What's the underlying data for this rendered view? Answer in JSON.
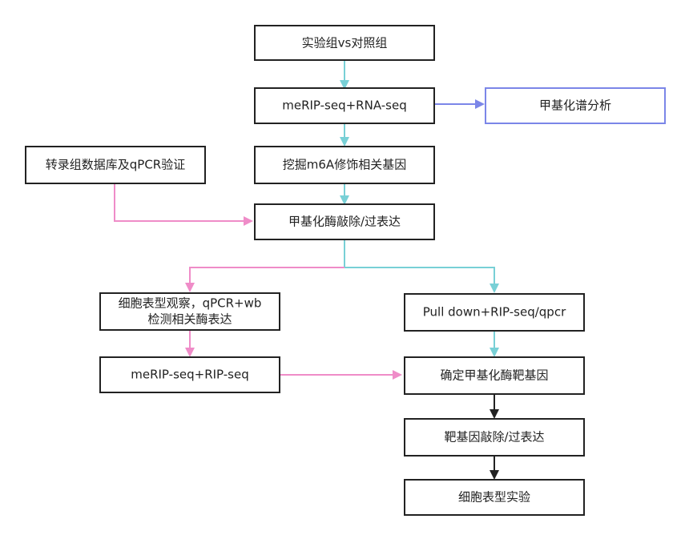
{
  "colors": {
    "teal": "#78d0d6",
    "pink": "#ef8cc8",
    "blue": "#7b86e8",
    "dark": "#222222"
  },
  "nodes": {
    "experiment_vs_control": "实验组vs对照组",
    "merip_rna_seq": "meRIP-seq+RNA-seq",
    "methylation_profile": "甲基化谱分析",
    "mine_m6a_genes": "挖掘m6A修饰相关基因",
    "transcriptome_qpcr": "转录组数据库及qPCR验证",
    "enzyme_knockdown": "甲基化酶敲除/过表达",
    "phenotype_observation_line1": "细胞表型观察，qPCR+wb",
    "phenotype_observation_line2": "检测相关酶表达",
    "pulldown_rip": "Pull down+RIP-seq/qpcr",
    "merip_rip_seq": "meRIP-seq+RIP-seq",
    "confirm_targets": "确定甲基化酶靶基因",
    "target_knockdown": "靶基因敲除/过表达",
    "phenotype_experiment": "细胞表型实验"
  }
}
